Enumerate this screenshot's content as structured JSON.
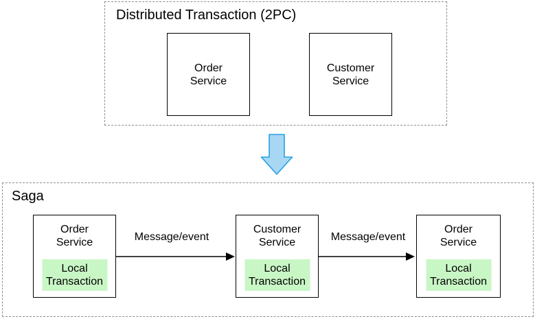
{
  "top_section": {
    "title": "Distributed Transaction (2PC)",
    "boxes": [
      {
        "label": "Order Service"
      },
      {
        "label": "Customer Service"
      }
    ]
  },
  "transition": {
    "icon": "down-arrow"
  },
  "bottom_section": {
    "title": "Saga",
    "services": [
      {
        "label": "Order Service",
        "inner_label": "Local Transaction"
      },
      {
        "label": "Customer Service",
        "inner_label": "Local Transaction"
      },
      {
        "label": "Order Service",
        "inner_label": "Local Transaction"
      }
    ],
    "connections": [
      {
        "label": "Message/event"
      },
      {
        "label": "Message/event"
      }
    ]
  },
  "colors": {
    "background": "#ffffff",
    "local_transaction_fill": "#c9f6c5",
    "service_box_border": "#000000",
    "dashed_border": "#8c8c8c",
    "message_arrow": "#000000",
    "blue_arrow_fill": "#a8d7f3",
    "blue_arrow_stroke": "#2a9fe0"
  }
}
